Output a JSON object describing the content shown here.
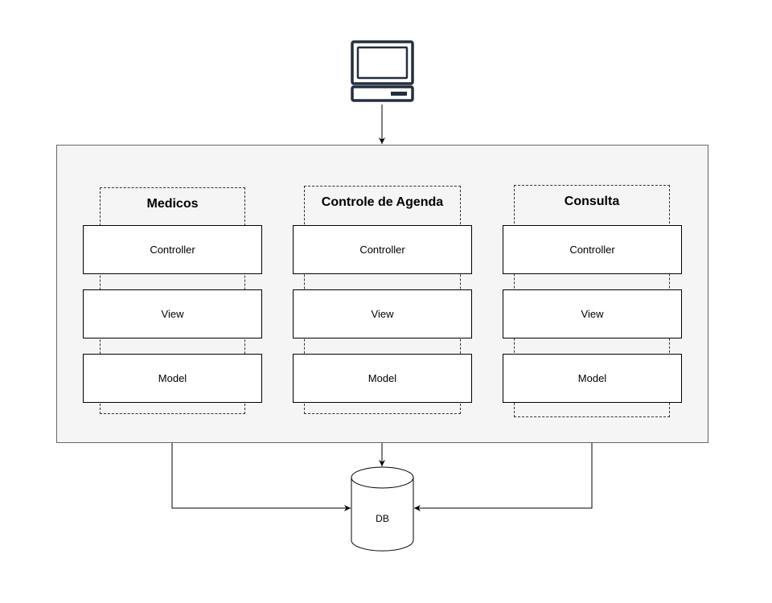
{
  "colors": {
    "container_fill": "#f5f5f5",
    "container_border": "#666666",
    "box_border": "#000000",
    "icon_stroke": "#232f3e"
  },
  "icons": {
    "client": "computer-icon",
    "database": "database-cylinder-icon"
  },
  "modules": [
    {
      "title": "Medicos",
      "layers": [
        "Controller",
        "View",
        "Model"
      ]
    },
    {
      "title": "Controle de Agenda",
      "layers": [
        "Controller",
        "View",
        "Model"
      ]
    },
    {
      "title": "Consulta",
      "layers": [
        "Controller",
        "View",
        "Model"
      ]
    }
  ],
  "database": {
    "label": "DB"
  }
}
